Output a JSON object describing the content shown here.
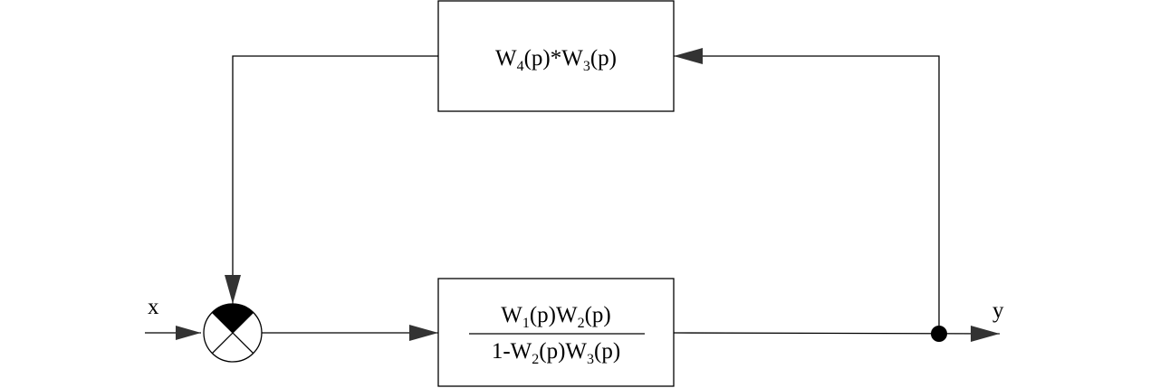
{
  "diagram": {
    "input_signal": "x",
    "output_signal": "y",
    "feedback_block": {
      "parts": [
        "W",
        "4",
        "(p)*W",
        "3",
        "(p)"
      ]
    },
    "forward_block": {
      "numerator_parts": [
        "W",
        "1",
        "(p)W",
        "2",
        "(p)"
      ],
      "denominator_parts": [
        "1-W",
        "2",
        "(p)W",
        "3",
        "(p)"
      ]
    }
  }
}
